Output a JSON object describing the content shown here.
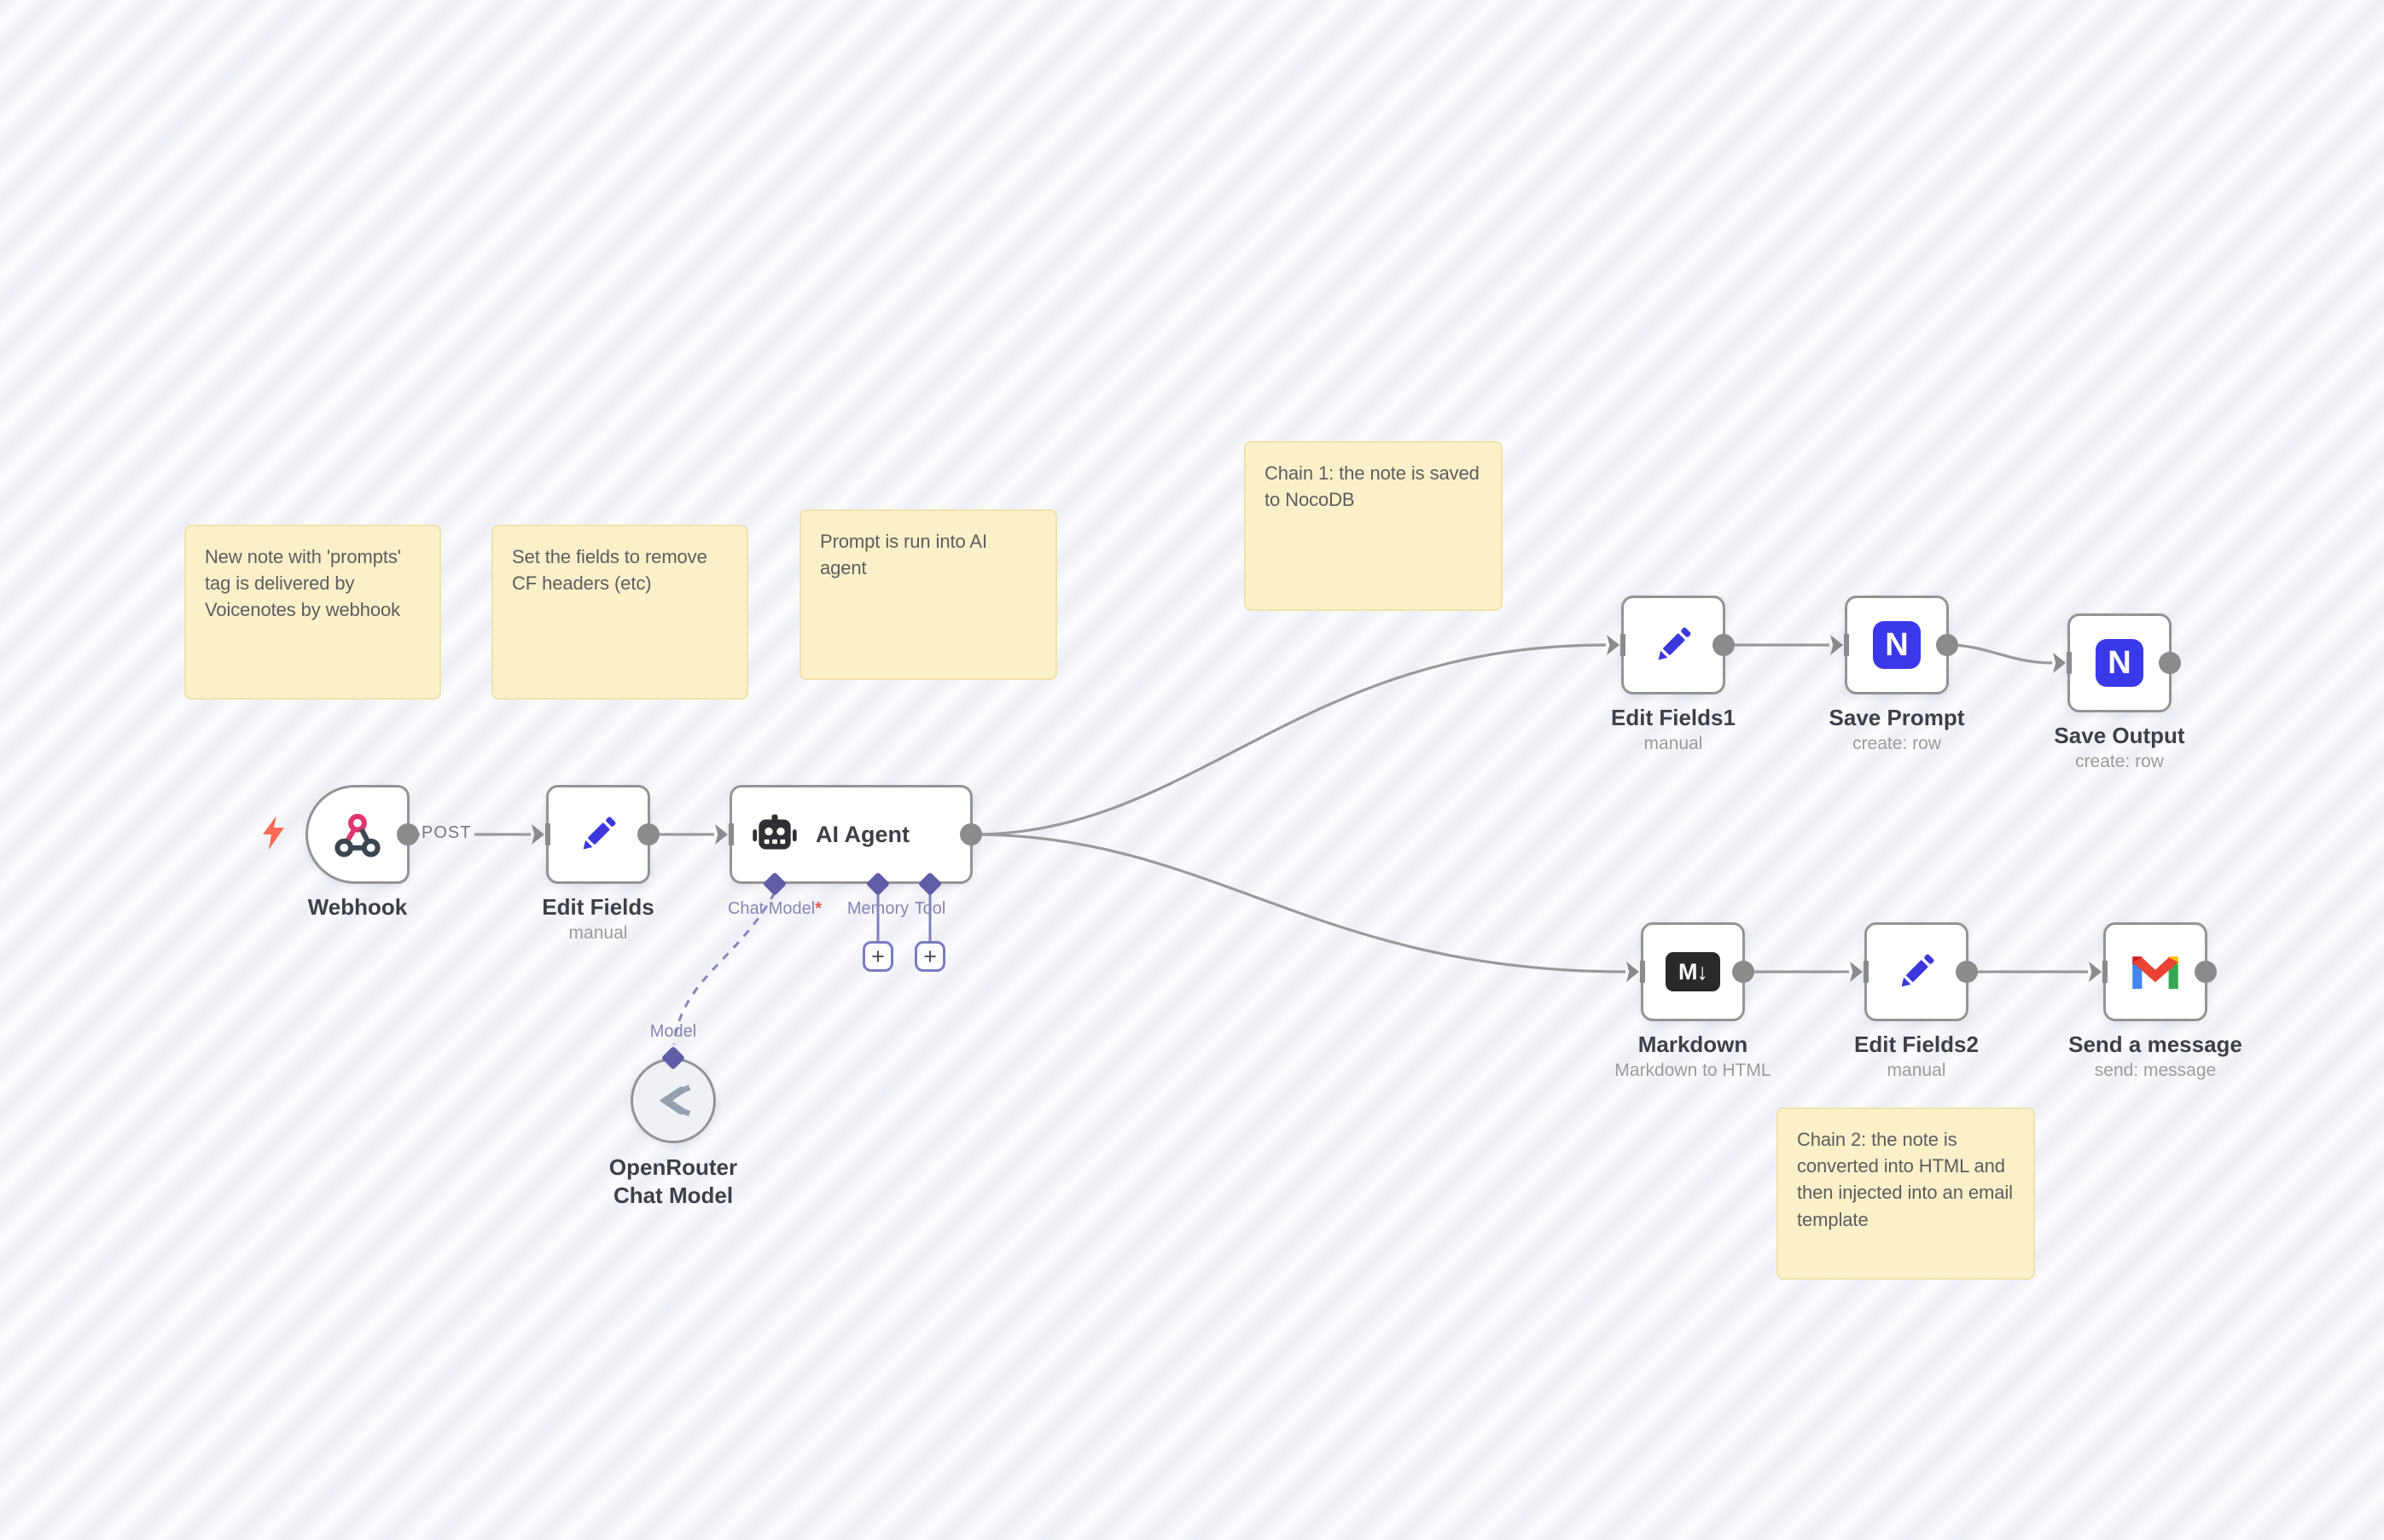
{
  "canvas": {
    "background": "#fbfbfd",
    "stripe_color": "#edeff6"
  },
  "stickies": [
    {
      "text": "New note with 'prompts' tag is delivered by Voicenotes by webhook"
    },
    {
      "text": "Set the fields to remove CF headers (etc)"
    },
    {
      "text": "Prompt is run into AI agent"
    },
    {
      "text": "Chain 1: the note is saved to NocoDB"
    },
    {
      "text": "Chain 2: the note is converted into HTML and then injected into an email template"
    }
  ],
  "nodes": {
    "webhook": {
      "label": "Webhook",
      "output_label": "POST"
    },
    "editFields": {
      "label": "Edit Fields",
      "sublabel": "manual"
    },
    "aiAgent": {
      "label": "AI Agent",
      "ports": {
        "chatModel": {
          "label": "Chat Model",
          "required_mark": "*"
        },
        "memory": {
          "label": "Memory",
          "add": "+"
        },
        "tool": {
          "label": "Tool",
          "add": "+"
        }
      }
    },
    "openRouter": {
      "label": "OpenRouter Chat Model",
      "port_label": "Model"
    },
    "editFields1": {
      "label": "Edit Fields1",
      "sublabel": "manual"
    },
    "savePrompt": {
      "label": "Save Prompt",
      "sublabel": "create: row",
      "icon_letter": "N"
    },
    "saveOutput": {
      "label": "Save Output",
      "sublabel": "create: row",
      "icon_letter": "N"
    },
    "markdown": {
      "label": "Markdown",
      "sublabel": "Markdown to HTML",
      "icon_text": "M↓"
    },
    "editFields2": {
      "label": "Edit Fields2",
      "sublabel": "manual"
    },
    "sendMessage": {
      "label": "Send a message",
      "sublabel": "send: message"
    }
  },
  "colors": {
    "sticky_bg": "#fcf0c9",
    "sticky_border": "#f0e1ab",
    "node_border": "#939496",
    "connector_gray": "#999a9d",
    "port_purple": "#5e5da5",
    "pencil_blue": "#3b37dd",
    "nocodb_blue": "#3a39ea",
    "markdown_dark": "#28292b",
    "trigger_bolt": "#ff6b54",
    "webhook_pink": "#e0356e",
    "webhook_dark": "#3c4650",
    "openrouter_gray": "#94a0af",
    "gmail_red": "#ea4335",
    "gmail_blue": "#4285f4",
    "gmail_green": "#34a853",
    "gmail_yellow": "#fbbc04"
  }
}
